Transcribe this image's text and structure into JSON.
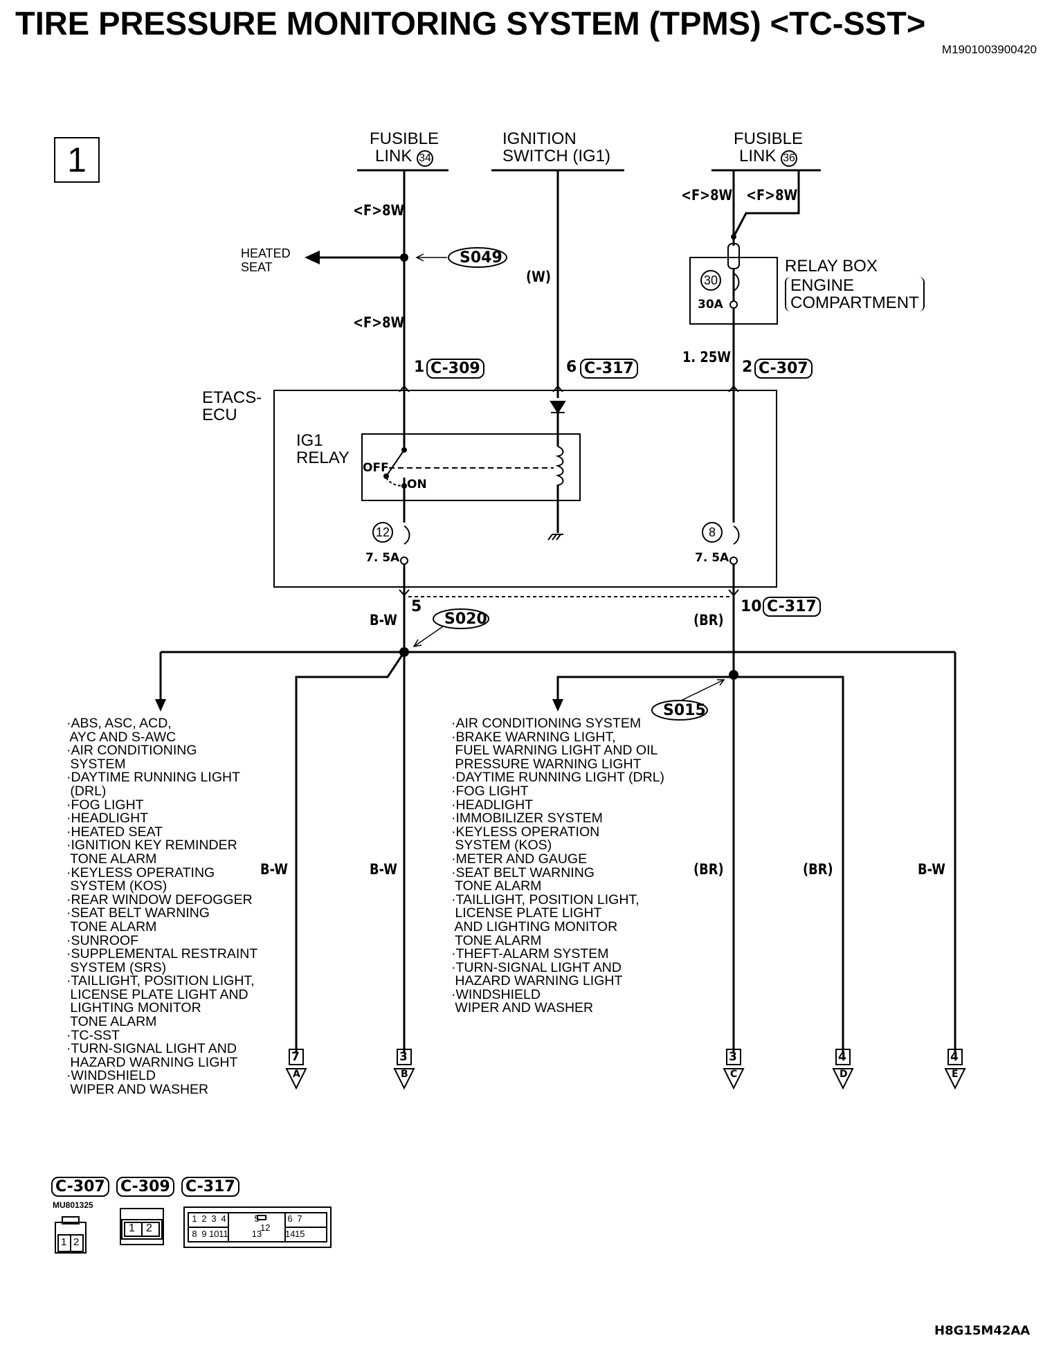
{
  "header": {
    "title": "TIRE PRESSURE MONITORING SYSTEM (TPMS) <TC-SST>",
    "doc_id": "M1901003900420",
    "page_number": "1"
  },
  "sources": {
    "fusible_link_34": {
      "line1": "FUSIBLE",
      "line2": "LINK",
      "num": "34"
    },
    "ignition_switch": {
      "line1": "IGNITION",
      "line2": "SWITCH (IG1)"
    },
    "fusible_link_36": {
      "line1": "FUSIBLE",
      "line2": "LINK",
      "num": "36"
    }
  },
  "wires": {
    "f8w_a": "<F>8W",
    "f8w_b": "<F>8W",
    "f8w_c": "<F>8W",
    "f8w_d": "<F>8W",
    "w": "(W)",
    "w125": "1. 25W",
    "bw_top": "B-W",
    "br_top": "(BR)",
    "bw_a": "B-W",
    "bw_b": "B-W",
    "br_c": "(BR)",
    "br_d": "(BR)",
    "bw_e": "B-W"
  },
  "splices": {
    "s049": "S049",
    "s020": "S020",
    "s015": "S015"
  },
  "heated_seat": {
    "line1": "HEATED",
    "line2": "SEAT"
  },
  "relay_box": {
    "title": "RELAY BOX",
    "line1": "ENGINE",
    "line2": "COMPARTMENT",
    "fuse_num": "30",
    "fuse_rating": "30A"
  },
  "pins": {
    "p1": "1",
    "c309": "C-309",
    "p6": "6",
    "c317a": "C-317",
    "p2": "2",
    "c307": "C-307",
    "p5": "5",
    "p10": "10",
    "c317b": "C-317"
  },
  "etacs": {
    "line1": "ETACS-",
    "line2": "ECU",
    "relay_line1": "IG1",
    "relay_line2": "RELAY",
    "off": "OFF",
    "on": "ON",
    "fuse12_num": "12",
    "fuse12_rating": "7. 5A",
    "fuse8_num": "8",
    "fuse8_rating": "7. 5A"
  },
  "left_list": [
    "·ABS, ASC, ACD,",
    " AYC AND S-AWC",
    "·AIR CONDITIONING",
    " SYSTEM",
    "·DAYTIME RUNNING LIGHT",
    " (DRL)",
    "·FOG LIGHT",
    "·HEADLIGHT",
    "·HEATED SEAT",
    "·IGNITION KEY REMINDER",
    " TONE ALARM",
    "·KEYLESS OPERATING",
    " SYSTEM (KOS)",
    "·REAR WINDOW DEFOGGER",
    "·SEAT BELT WARNING",
    " TONE ALARM",
    "·SUNROOF",
    "·SUPPLEMENTAL RESTRAINT",
    " SYSTEM (SRS)",
    "·TAILLIGHT, POSITION LIGHT,",
    " LICENSE PLATE LIGHT AND",
    " LIGHTING MONITOR",
    " TONE ALARM",
    "·TC-SST",
    "·TURN-SIGNAL LIGHT AND",
    " HAZARD WARNING LIGHT",
    "·WINDSHIELD",
    " WIPER AND WASHER"
  ],
  "right_list": [
    "·AIR CONDITIONING SYSTEM",
    "·BRAKE WARNING LIGHT,",
    " FUEL WARNING LIGHT AND OIL",
    " PRESSURE WARNING LIGHT",
    "·DAYTIME RUNNING LIGHT (DRL)",
    "·FOG LIGHT",
    "·HEADLIGHT",
    "·IMMOBILIZER SYSTEM",
    "·KEYLESS OPERATION",
    " SYSTEM (KOS)",
    "·METER AND GAUGE",
    "·SEAT BELT WARNING",
    " TONE ALARM",
    "·TAILLIGHT, POSITION LIGHT,",
    " LICENSE PLATE LIGHT",
    " AND LIGHTING MONITOR",
    " TONE ALARM",
    "·THEFT-ALARM SYSTEM",
    "·TURN-SIGNAL LIGHT AND",
    " HAZARD WARNING LIGHT",
    "·WINDSHIELD",
    " WIPER AND WASHER"
  ],
  "outputs": [
    {
      "page": "7",
      "letter": "A"
    },
    {
      "page": "3",
      "letter": "B"
    },
    {
      "page": "3",
      "letter": "C"
    },
    {
      "page": "4",
      "letter": "D"
    },
    {
      "page": "4",
      "letter": "E"
    }
  ],
  "connectors": {
    "c307": "C-307",
    "c307_part": "MU801325",
    "c309": "C-309",
    "c317": "C-317",
    "c307_pins": [
      "1",
      "2"
    ],
    "c309_pins": [
      "1",
      "2"
    ],
    "c317_top": [
      "1",
      "2",
      "3",
      "4",
      "5",
      "6",
      "7"
    ],
    "c317_bottom": [
      "8",
      "9",
      "10",
      "11",
      "13",
      "14",
      "15"
    ],
    "c317_mid": "12"
  },
  "footer_code": "H8G15M42AA"
}
